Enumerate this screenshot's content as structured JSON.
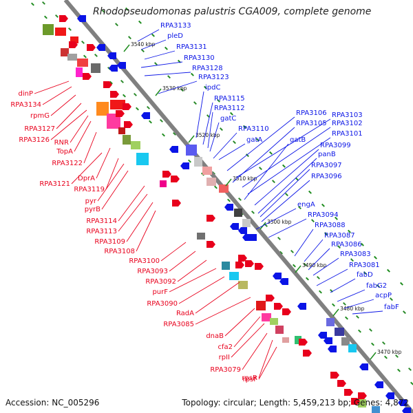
{
  "title": "Rhodopseudomonas palustris CGA009, complete genome",
  "footer": {
    "accession": "Accession: NC_005296",
    "topology": "Topology: circular; Length: 5,459,213 bp; Genes: 4,872"
  },
  "colors": {
    "forward": "#e8001c",
    "reverse": "#0a14e6",
    "backbone": "#808080",
    "tick": "#1e8c1e"
  },
  "ticks": [
    "3540 kbp",
    "3530 kbp",
    "3520 kbp",
    "3510 kbp",
    "3500 kbp",
    "3490 kbp",
    "3480 kbp",
    "3470 kbp"
  ],
  "right_labels": [
    "RPA3133",
    "pleD",
    "RPA3131",
    "RPA3130",
    "RPA3128",
    "RPA3123",
    "ipdC",
    "RPA3115",
    "RPA3112",
    "gatC",
    "RPA3110",
    "gatA",
    "RPA3106",
    "RPA3103",
    "RPA3105",
    "RPA3102",
    "RPA3101",
    "gatB",
    "RPA3099",
    "panB",
    "RPA3097",
    "RPA3096",
    "engA",
    "RPA3094",
    "RPA3088",
    "RPA3087",
    "RPA3086",
    "RPA3083",
    "RPA3081",
    "fabD",
    "fabG2",
    "acpP",
    "fabF"
  ],
  "left_labels": [
    "dinP",
    "RPA3134",
    "rpmG",
    "RPA3127",
    "RPA3126",
    "RNR",
    "TopA",
    "RPA3122",
    "DprA",
    "RPA3121",
    "RPA3119",
    "pyr",
    "pyrB",
    "RPA3114",
    "RPA3113",
    "RPA3109",
    "RPA3108",
    "RPA3100",
    "RPA3093",
    "RPA3092",
    "purF",
    "RPA3090",
    "RadA",
    "RPA3085",
    "dnaB",
    "cfa2",
    "rpII",
    "RPA3079",
    "rpsR",
    "rpsF"
  ]
}
